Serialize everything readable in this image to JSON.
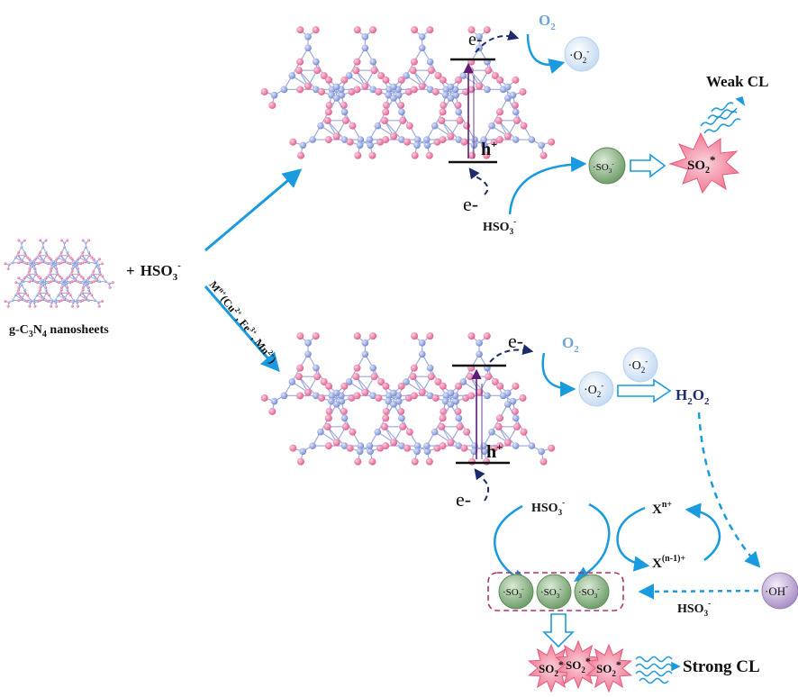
{
  "colors": {
    "arrow_blue": "#1a9be0",
    "dash_navy": "#1d2b6b",
    "excitation_purple": "#5a1e78",
    "atom_pink": "#e8679a",
    "atom_blue": "#7f92d6",
    "bond": "#9aa8de",
    "radical_blue": "#c6dcf3",
    "so3_green": "#7cab77",
    "burst_pink": "#f0728f",
    "oh_purple": "#b6a2cc",
    "box_border": "#b0306b"
  },
  "left": {
    "plus": "+",
    "reagent": "HSO",
    "reagent_sub": "3",
    "reagent_sup": "-",
    "caption_g": "g-C",
    "caption_sub1": "3",
    "caption_n": "N",
    "caption_sub2": "4",
    "caption_rest": " nanosheets"
  },
  "catalyst": {
    "m": "M",
    "n_plus": "n+",
    "open": "(Cu",
    "cu_sup": "2+",
    "fe": ", Fe",
    "fe_sup": "3+",
    "mn": ", Mn",
    "mn_sup": "2+",
    "close": ")"
  },
  "top": {
    "electron": "e-",
    "oxygen": "O",
    "oxygen_sub": "2",
    "superoxide_dot": "·O",
    "superoxide_sub": "2",
    "superoxide_sup": "-",
    "hole": "h",
    "hole_sup": "+",
    "electron_lower": "e-",
    "bisulfite": "HSO",
    "bisulfite_sub": "3",
    "bisulfite_sup": "-",
    "sulfite_radical": "·SO",
    "sulfite_sub": "3",
    "sulfite_sup": "-",
    "so2_star": "SO",
    "so2_sub": "2",
    "so2_mark": "*",
    "weak_cl": "Weak CL"
  },
  "bottom": {
    "electron": "e-",
    "oxygen": "O",
    "oxygen_sub": "2",
    "superoxide_a": "·O",
    "superoxide_a_sub": "2",
    "superoxide_a_sup": "-",
    "superoxide_b": "·O",
    "superoxide_b_sub": "2",
    "superoxide_b_sup": "-",
    "peroxide": "H",
    "peroxide_sub1": "2",
    "peroxide_o": "O",
    "peroxide_sub2": "2",
    "hole": "h",
    "hole_sup": "+",
    "electron_lower": "e-",
    "bisulfite": "HSO",
    "bisulfite_sub": "3",
    "bisulfite_sup": "-",
    "metal_high": "X",
    "metal_high_sup": "n+",
    "metal_low": "X",
    "metal_low_sup": "(n-1)+",
    "radicals": [
      {
        "label": "·SO",
        "sub": "3",
        "sup": "-"
      },
      {
        "label": "·SO",
        "sub": "3",
        "sup": "-"
      },
      {
        "label": "·SO",
        "sub": "3",
        "sup": "-"
      }
    ],
    "hydroxyl": "·OH",
    "hydroxyl_sup": "-",
    "bisulfite_right": "HSO",
    "bisulfite_right_sub": "3",
    "bisulfite_right_sup": "-",
    "bursts": [
      {
        "label": "SO",
        "sub": "2",
        "mark": "*"
      },
      {
        "label": "SO",
        "sub": "2",
        "mark": "*"
      },
      {
        "label": "SO",
        "sub": "2",
        "mark": "*"
      }
    ],
    "strong_cl": "Strong CL"
  }
}
